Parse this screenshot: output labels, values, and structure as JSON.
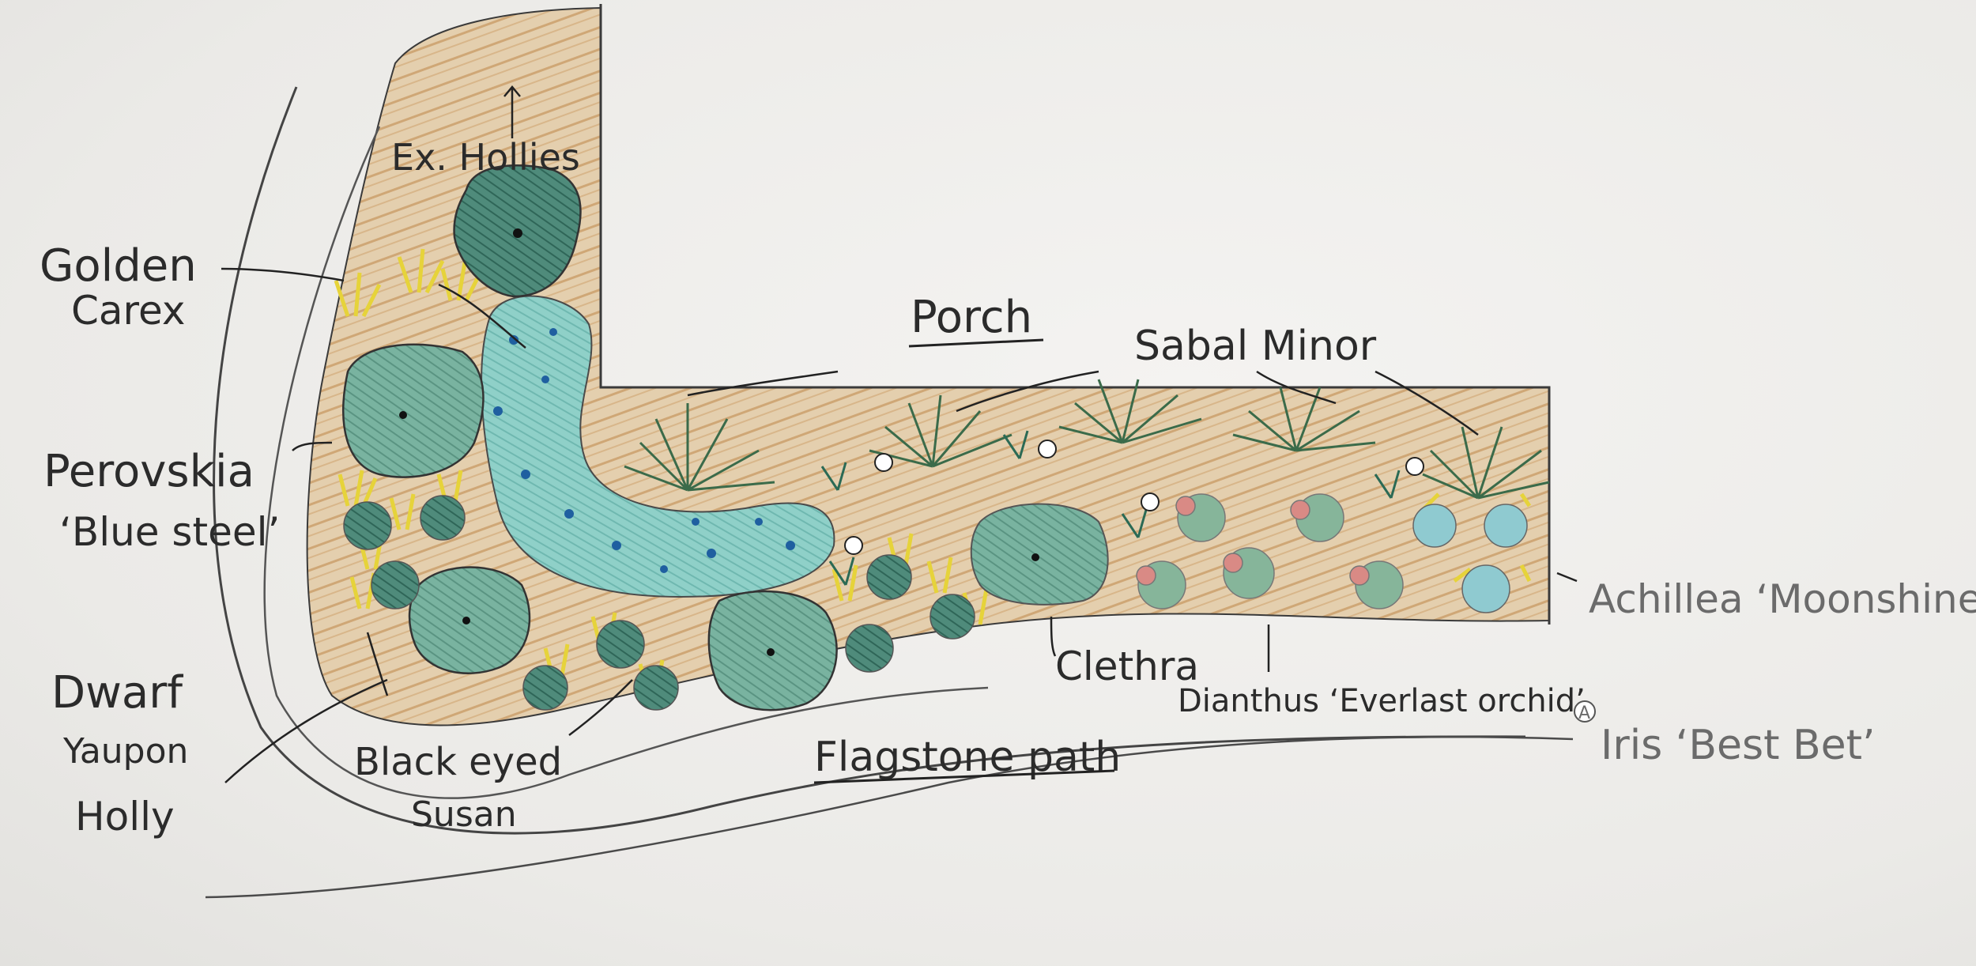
{
  "labels": {
    "ex_hollies": "Ex. Hollies",
    "golden_carex_1": "Golden",
    "golden_carex_2": "Carex",
    "perovskia_1": "Perovskia",
    "perovskia_2": "‘Blue steel’",
    "dwarf_yaupon_1": "Dwarf",
    "dwarf_yaupon_2": "Yaupon",
    "dwarf_yaupon_3": "Holly",
    "black_eyed_susan_1": "Black eyed",
    "black_eyed_susan_2": "Susan",
    "porch": "Porch",
    "sabal_minor": "Sabal Minor",
    "clethra": "Clethra",
    "dianthus": "Dianthus ‘Everlast orchid’",
    "flagstone_path": "Flagstone path",
    "achillea": "Achillea ‘Moonshine’",
    "iris": "Iris ‘Best Bet’",
    "iris_symbol": "A"
  },
  "colors": {
    "pencil": "#3a3a3a",
    "mulch": "#d9b98f",
    "holly_dark": "#3f7a6c",
    "holly_light": "#6aa593",
    "perovskia_blue": "#7cc4bd",
    "perovskia_dot": "#1f5fa0",
    "carex_yellow": "#e6d33a",
    "palm_green": "#3b6b4a",
    "dianthus_pink": "#d98a85",
    "achillea_blue": "#8fcad0"
  }
}
